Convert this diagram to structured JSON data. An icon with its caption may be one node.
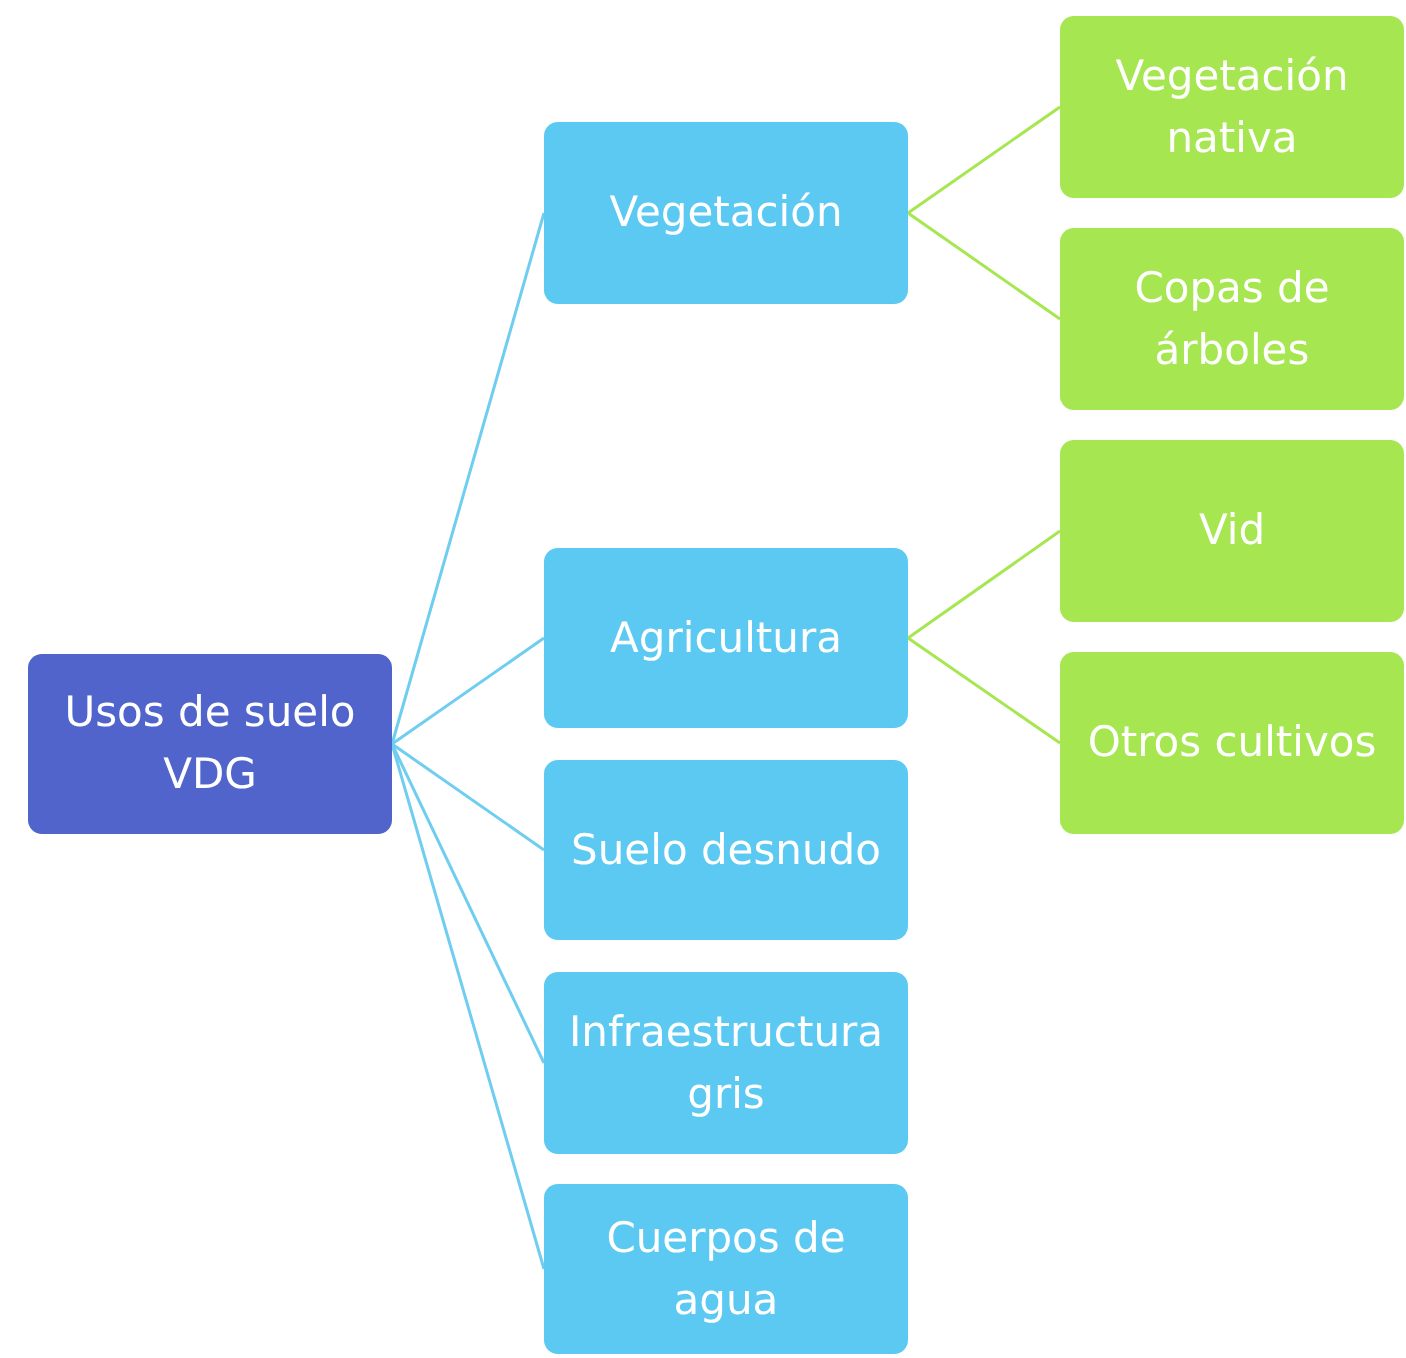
{
  "diagram": {
    "nodes": [
      {
        "text": [
          "Usos de suelo VDG"
        ]
      },
      {
        "text": [
          "Vegetación"
        ]
      },
      {
        "text": [
          "Vegetación nativa"
        ]
      },
      {
        "text": [
          "Copas de árboles"
        ]
      },
      {
        "text": [
          "Agricultura"
        ]
      },
      {
        "text": [
          "Vid"
        ]
      },
      {
        "text": [
          "Otros cultivos"
        ]
      },
      {
        "text": [
          "Suelo desnudo"
        ]
      },
      {
        "text": [
          "Infraestructura gris"
        ]
      },
      {
        "text": [
          "Cuerpos de agua"
        ]
      }
    ],
    "edges": [
      {
        "from": 0,
        "to": 1,
        "arrow": "none"
      },
      {
        "from": 0,
        "to": 4,
        "arrow": "none"
      },
      {
        "from": 0,
        "to": 7,
        "arrow": "none"
      },
      {
        "from": 0,
        "to": 8,
        "arrow": "none"
      },
      {
        "from": 0,
        "to": 9,
        "arrow": "none"
      },
      {
        "from": 1,
        "to": 2,
        "arrow": "none",
        "color": "#a6e650"
      },
      {
        "from": 1,
        "to": 3,
        "arrow": "none",
        "color": "#a6e650"
      },
      {
        "from": 4,
        "to": 5,
        "arrow": "none",
        "color": "#a6e650"
      },
      {
        "from": 4,
        "to": 6,
        "arrow": "none",
        "color": "#a6e650"
      }
    ]
  }
}
